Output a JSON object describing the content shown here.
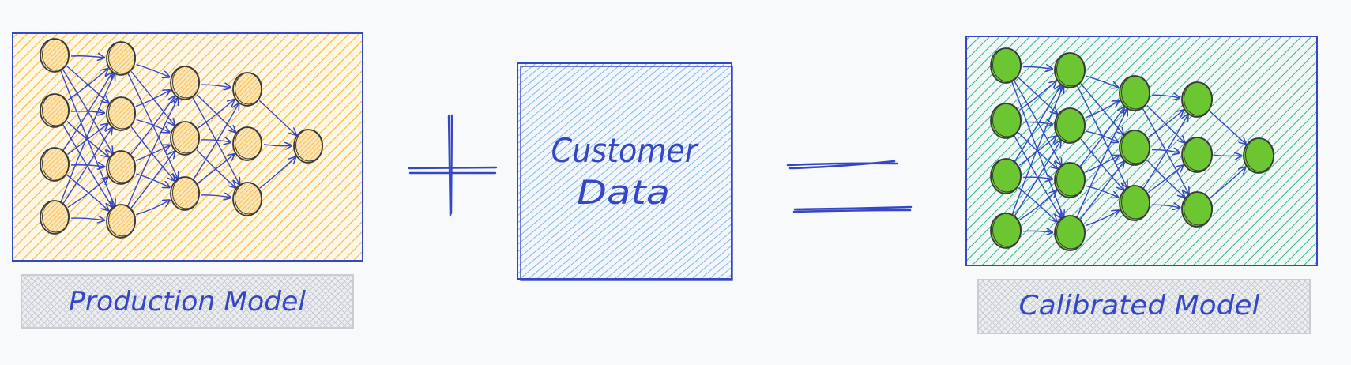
{
  "labels": {
    "production": "Production Model",
    "customer_line1": "Customer",
    "customer_line2": "Data",
    "calibrated": "Calibrated Model"
  },
  "operators": {
    "plus": "plus-sign",
    "equals": "equals-sign"
  },
  "colors": {
    "ink": "#3547c4",
    "production_fill": "#f6b53c",
    "customer_fill": "#5b9be0",
    "calibrated_fill": "#21a87e",
    "neuron_green": "#6cc631",
    "neuron_orange": "#f6b53c",
    "neuron_outline": "#3a3a3a",
    "label_box": "#c9cdd3"
  },
  "networks": {
    "production": {
      "layer_sizes": [
        4,
        4,
        3,
        3,
        1
      ]
    },
    "calibrated": {
      "layer_sizes": [
        4,
        4,
        3,
        3,
        1
      ]
    }
  }
}
